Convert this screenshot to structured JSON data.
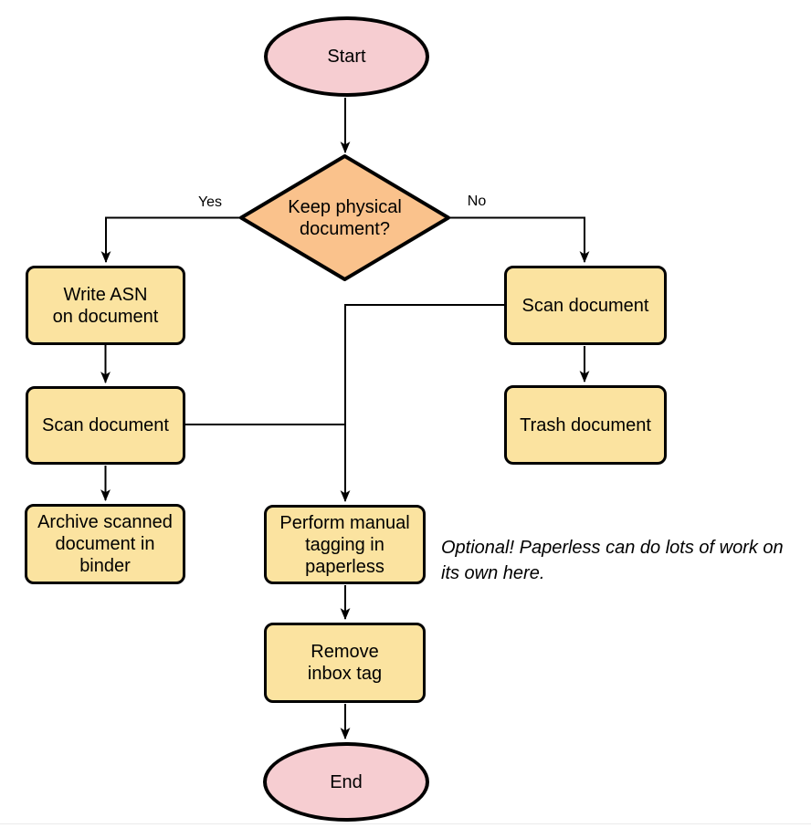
{
  "colors": {
    "terminal_fill": "#f6cdd1",
    "decision_fill": "#fac28c",
    "process_fill": "#fbe3a0",
    "shape_stroke": "#000000",
    "connector": "#000000",
    "note_text": "#000000",
    "page_divider": "#ebebeb"
  },
  "nodes": {
    "start": {
      "label": "Start",
      "type": "terminal"
    },
    "decision": {
      "label": "Keep physical\ndocument?",
      "type": "decision"
    },
    "write_asn": {
      "label": "Write ASN\non document",
      "type": "process"
    },
    "scan_left": {
      "label": "Scan document",
      "type": "process"
    },
    "archive": {
      "label": "Archive scanned\ndocument in\nbinder",
      "type": "process"
    },
    "scan_right": {
      "label": "Scan document",
      "type": "process"
    },
    "trash": {
      "label": "Trash document",
      "type": "process"
    },
    "perform_tagging": {
      "label": "Perform manual\ntagging in\npaperless",
      "type": "process"
    },
    "remove_inbox": {
      "label": "Remove\ninbox tag",
      "type": "process"
    },
    "end": {
      "label": "End",
      "type": "terminal"
    }
  },
  "edge_labels": {
    "yes": "Yes",
    "no": "No"
  },
  "note": "Optional! Paperless can do lots of work on\nits own here."
}
